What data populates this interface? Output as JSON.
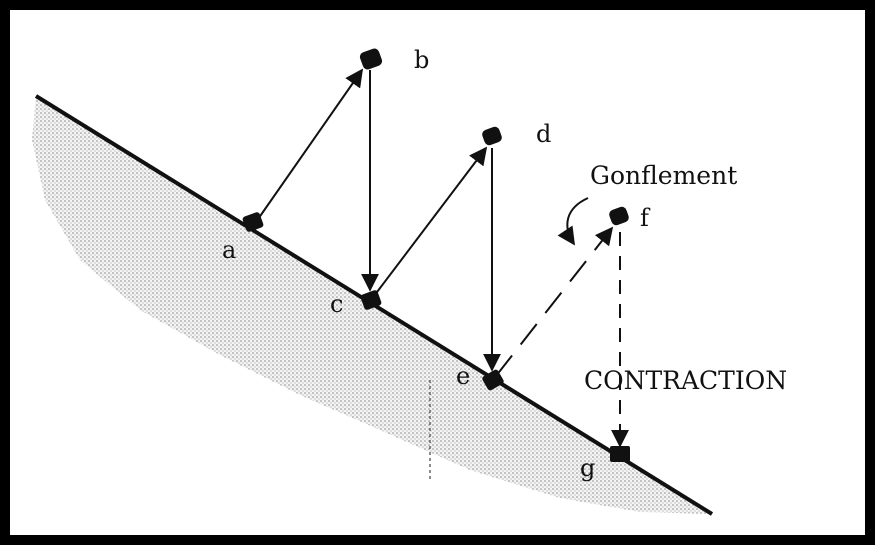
{
  "diagram": {
    "points": {
      "a": "a",
      "b": "b",
      "c": "c",
      "d": "d",
      "e": "e",
      "f": "f",
      "g": "g"
    },
    "swelling_label": "Gonflement",
    "contraction_label": "CONTRACTION"
  }
}
